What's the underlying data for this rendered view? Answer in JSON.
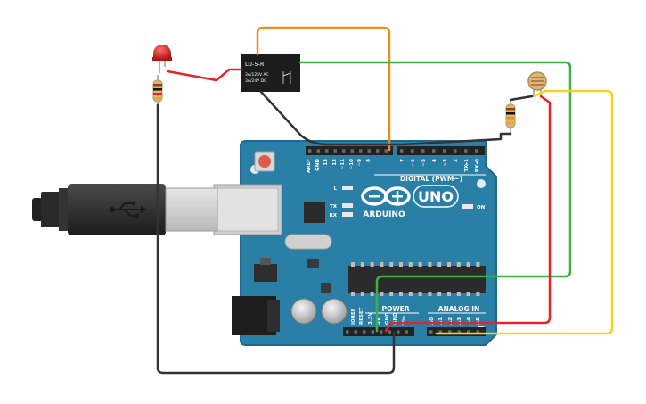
{
  "relay": {
    "model": "LU-5-R",
    "rating_ac": "3A/125V AC",
    "rating_dc": "3A/24V DC"
  },
  "board": {
    "logo_text": "ARDUINO",
    "uno_text": "UNO",
    "digital_label": "DIGITAL (PWM~)",
    "power_label": "POWER",
    "analog_label": "ANALOG IN",
    "on_label": "ON",
    "l_label": "L",
    "tx_label": "TX",
    "rx_label": "RX",
    "digital_pins": [
      "AREF",
      "GND",
      "13",
      "12",
      "~11",
      "~10",
      "~9",
      "8",
      "7",
      "~6",
      "~5",
      "4",
      "~3",
      "2",
      "TX▸1",
      "RX◂0"
    ],
    "power_pins": [
      "IOREF",
      "RESET",
      "3.3V",
      "5V",
      "GND",
      "GND",
      "Vin"
    ],
    "analog_pins": [
      "A0",
      "A1",
      "A2",
      "A3",
      "A4",
      "A5"
    ]
  },
  "colors": {
    "board": "#2a7fa6",
    "board_edge": "#1f6a8c",
    "wire_orange": "#f08c1e",
    "wire_green": "#3cb043",
    "wire_red": "#e3242b",
    "wire_yellow": "#f5d21f",
    "wire_black": "#333333",
    "led_red": "#d81b1b",
    "reset_button": "#e05a4a"
  },
  "icons": {
    "usb": "usb-trident-icon",
    "logo": "infinity-icon"
  }
}
